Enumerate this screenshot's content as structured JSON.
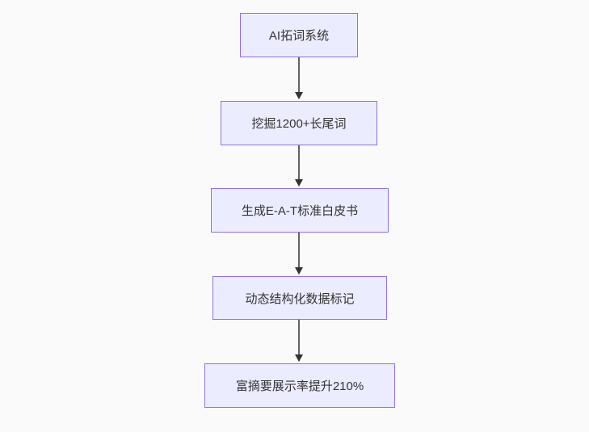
{
  "diagram": {
    "type": "flowchart-top-down",
    "nodes": [
      {
        "id": "step-1",
        "label": "AI拓词系统"
      },
      {
        "id": "step-2",
        "label": "挖掘1200+长尾词"
      },
      {
        "id": "step-3",
        "label": "生成E-A-T标准白皮书"
      },
      {
        "id": "step-4",
        "label": "动态结构化数据标记"
      },
      {
        "id": "step-5",
        "label": "富摘要展示率提升210%"
      }
    ],
    "edges": [
      {
        "from": "step-1",
        "to": "step-2"
      },
      {
        "from": "step-2",
        "to": "step-3"
      },
      {
        "from": "step-3",
        "to": "step-4"
      },
      {
        "from": "step-4",
        "to": "step-5"
      }
    ],
    "colors": {
      "node_fill": "#ECECFF",
      "node_border": "#9370DB",
      "text": "#333333",
      "arrow": "#333333",
      "background": "#FAFAFA"
    }
  }
}
